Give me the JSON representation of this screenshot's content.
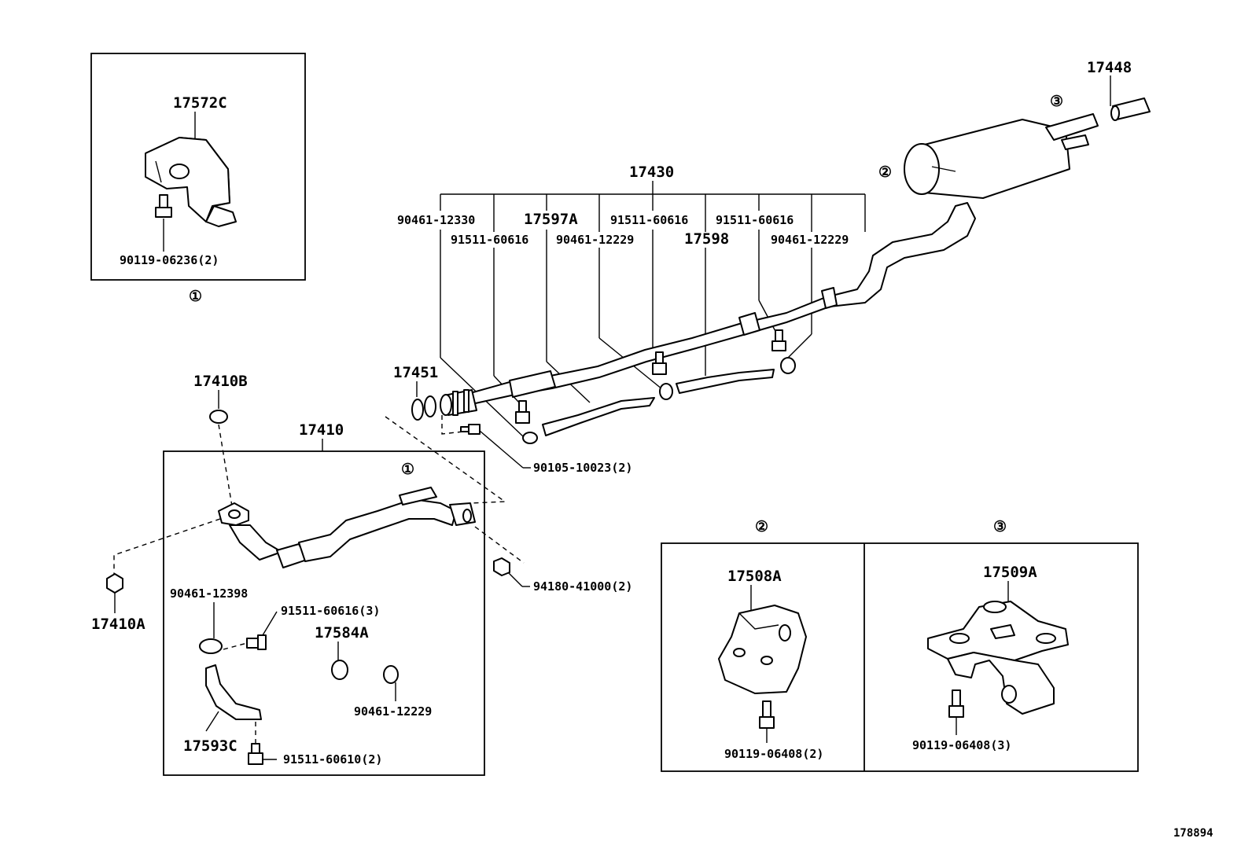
{
  "diagram_id": "178894",
  "callouts": {
    "c1a": "①",
    "c1b": "①",
    "c2a": "②",
    "c2b": "②",
    "c3a": "③",
    "c3b": "③"
  },
  "labels": {
    "p17572C": "17572C",
    "p90119_06236": "90119-06236(2)",
    "p17448": "17448",
    "p17430": "17430",
    "p90461_12330": "90461-12330",
    "p17597A": "17597A",
    "p91511_60616_a": "91511-60616",
    "p91511_60616_b": "91511-60616",
    "p91511_60616_c": "91511-60616",
    "p90461_12229_a": "90461-12229",
    "p17598": "17598",
    "p90461_12229_b": "90461-12229",
    "p17451": "17451",
    "p90105_10023": "90105-10023(2)",
    "p17410B": "17410B",
    "p17410": "17410",
    "p17410A": "17410A",
    "p94180_41000": "94180-41000(2)",
    "p90461_12398": "90461-12398",
    "p91511_60616_3": "91511-60616(3)",
    "p17584A": "17584A",
    "p90461_12229_c": "90461-12229",
    "p17593C": "17593C",
    "p91511_60610": "91511-60610(2)",
    "p17508A": "17508A",
    "p90119_06408_2": "90119-06408(2)",
    "p17509A": "17509A",
    "p90119_06408_3": "90119-06408(3)"
  }
}
